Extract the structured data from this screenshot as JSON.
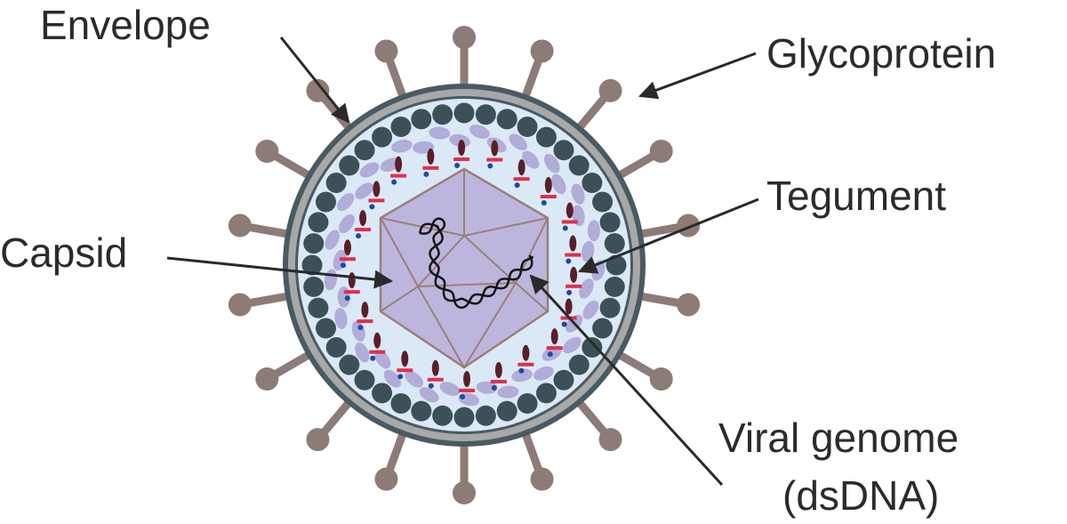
{
  "labels": {
    "envelope": "Envelope",
    "glycoprotein": "Glycoprotein",
    "tegument": "Tegument",
    "capsid": "Capsid",
    "genome_line1": "Viral genome",
    "genome_line2": "(dsDNA)"
  },
  "colors": {
    "spike": "#8c7b76",
    "envelope_outer": "#4a5a63",
    "envelope_band": "#a8a8a8",
    "interior": "#dbe9f6",
    "bead": "#3d5058",
    "tegument_blob": "#b1acd8",
    "capsid_fill": "#bcb6dc",
    "capsid_edge": "#9a7f7a",
    "protein_dark": "#5a1e2a",
    "protein_red": "#e0304a",
    "protein_blue": "#1a4aa8",
    "dna": "#151515",
    "arrow": "#2a2a2a"
  }
}
